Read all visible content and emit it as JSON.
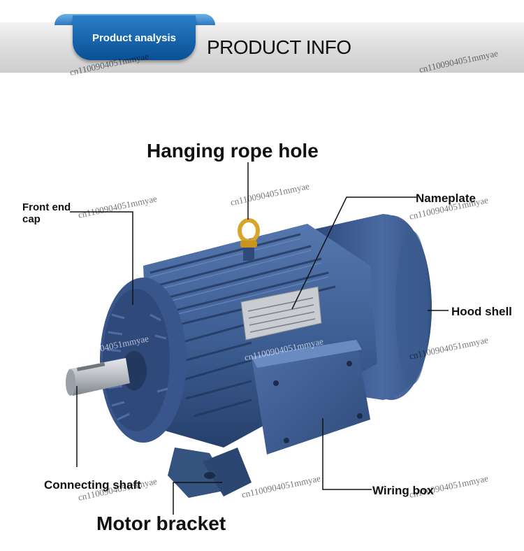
{
  "header": {
    "badge_label": "Product analysis",
    "title": "PRODUCT INFO"
  },
  "labels": {
    "hanging_rope_hole": "Hanging rope hole",
    "front_end_cap_line1": "Front end",
    "front_end_cap_line2": "cap",
    "nameplate": "Nameplate",
    "hood_shell": "Hood shell",
    "connecting_shaft": "Connecting shaft",
    "wiring_box": "Wiring box",
    "motor_bracket": "Motor bracket"
  },
  "watermark": "cn1100904051mmyae",
  "colors": {
    "badge": "#1565b0",
    "motor_body": "#3e5f94",
    "motor_dark": "#27406b",
    "shaft": "#b8bcc2",
    "eyebolt": "#d6a529"
  }
}
